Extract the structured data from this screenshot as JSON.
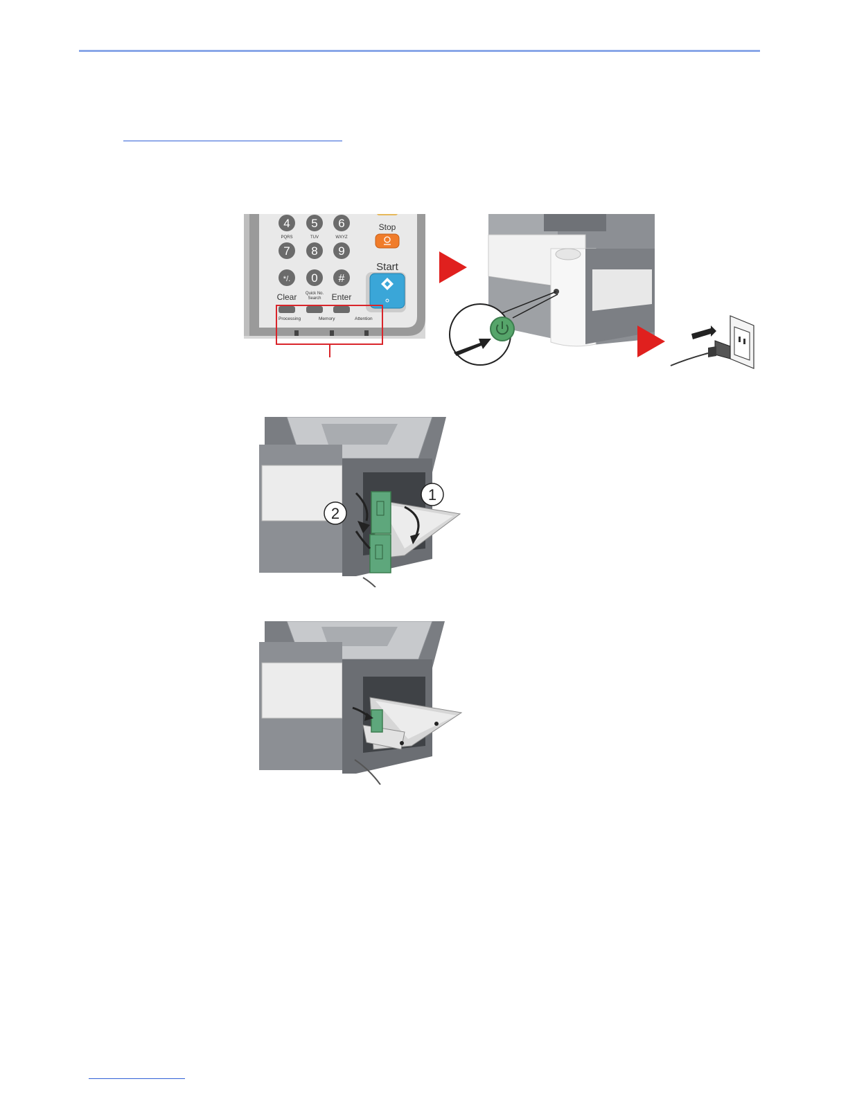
{
  "panel": {
    "keys": [
      {
        "digit": "4",
        "letters": "PQRS"
      },
      {
        "digit": "5",
        "letters": "TUV"
      },
      {
        "digit": "6",
        "letters": "WXYZ"
      },
      {
        "digit": "7",
        "letters": ""
      },
      {
        "digit": "8",
        "letters": ""
      },
      {
        "digit": "9",
        "letters": ""
      },
      {
        "digit": "*/.",
        "letters": ""
      },
      {
        "digit": "0",
        "letters": ""
      },
      {
        "digit": "#",
        "letters": ""
      }
    ],
    "stop_label": "Stop",
    "start_label": "Start",
    "clear_label": "Clear",
    "quick_label_1": "Quick No.",
    "quick_label_2": "Search",
    "enter_label": "Enter",
    "indicators": [
      "Processing",
      "Memory",
      "Attention"
    ]
  },
  "callouts": {
    "one": "1",
    "two": "2"
  },
  "colors": {
    "header_rule": "#8aa7e8",
    "link": "#2f5fd6",
    "arrow_red": "#e0201e",
    "highlight_red": "#d9242a",
    "stop_orange": "#f07c2a",
    "start_blue": "#3aa6d8",
    "power_green": "#56a56a",
    "cover_green": "#5ea77c",
    "printer_gray": "#8c8f94",
    "printer_white": "#f2f2f2"
  },
  "icons": [
    "arrow-right-icon",
    "power-icon",
    "start-diamond-icon",
    "stop-icon",
    "power-plug-icon"
  ]
}
